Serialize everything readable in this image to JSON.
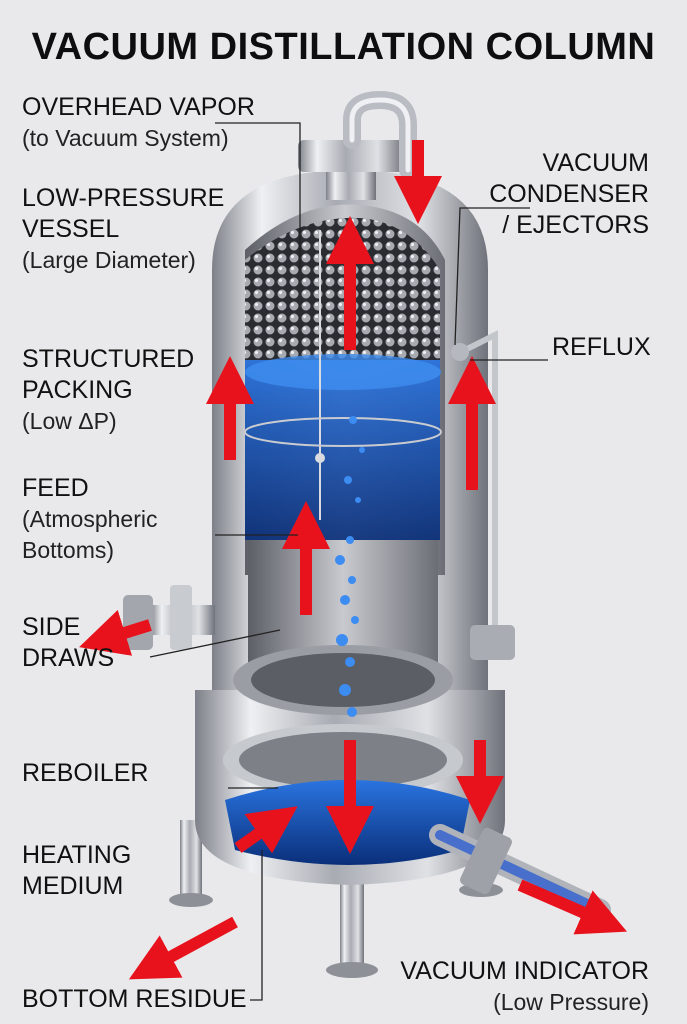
{
  "title": "VACUUM DISTILLATION COLUMN",
  "labels": {
    "overhead_vapor": {
      "main": "OVERHEAD VAPOR",
      "sub": "(to Vacuum System)"
    },
    "low_pressure_vessel": {
      "main1": "LOW-PRESSURE",
      "main2": "VESSEL",
      "sub": "(Large Diameter)"
    },
    "structured_packing": {
      "main1": "STRUCTURED",
      "main2": "PACKING",
      "sub": "(Low ΔP)"
    },
    "feed": {
      "main": "FEED",
      "sub1": "(Atmospheric",
      "sub2": "Bottoms)"
    },
    "side_draws": {
      "main1": "SIDE",
      "main2": "DRAWS"
    },
    "reboiler": {
      "main": "REBOILER"
    },
    "heating_medium": {
      "main1": "HEATING",
      "main2": "MEDIUM"
    },
    "bottom_residue": {
      "main": "BOTTOM RESIDUE"
    },
    "vacuum_condenser": {
      "main1": "VACUUM",
      "main2": "CONDENSER",
      "main3": "/ EJECTORS"
    },
    "reflux": {
      "main": "REFLUX"
    },
    "vacuum_indicator": {
      "main": "VACUUM INDICATOR",
      "sub": "(Low Pressure)"
    }
  },
  "colors": {
    "flow_arrow": "#e8121c",
    "liquid": "#1f6fd6",
    "steel": "#b9bcc2"
  }
}
